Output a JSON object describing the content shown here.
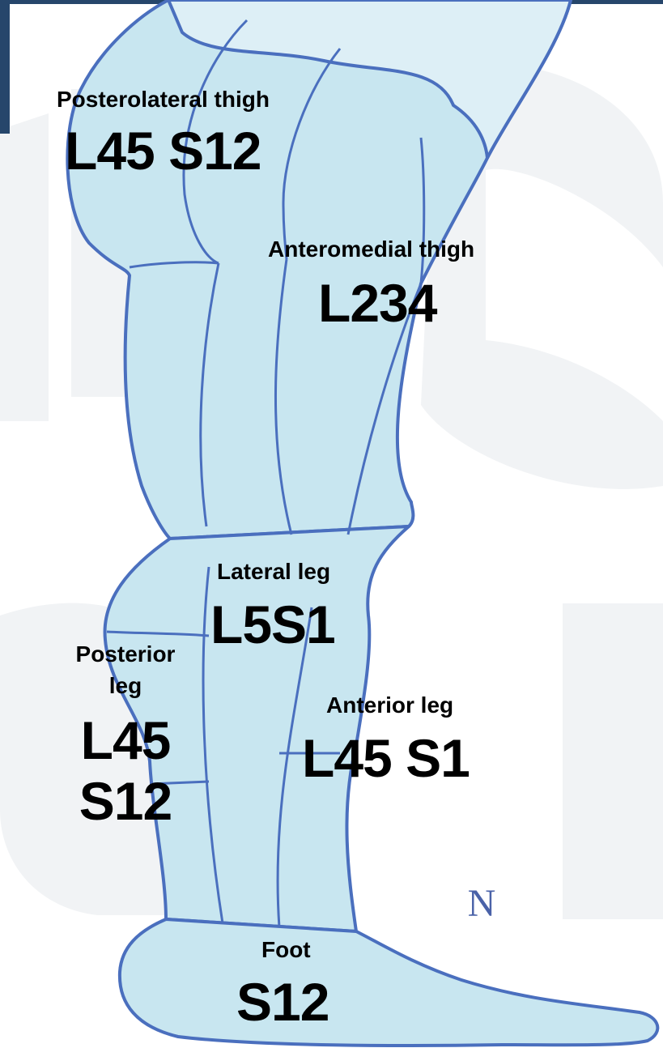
{
  "colors": {
    "skin_fill": "#c8e6f0",
    "skin_fill_light": "#ddeff6",
    "outline": "#4a6fbe",
    "header_band": "#26466b",
    "watermark": "#f1f3f5",
    "logo_mark": "#4a62a8"
  },
  "regions": [
    {
      "id": "posterolateral-thigh",
      "name": "Posterolateral thigh",
      "code": "L45 S12"
    },
    {
      "id": "anteromedial-thigh",
      "name": "Anteromedial thigh",
      "code": "L234"
    },
    {
      "id": "lateral-leg",
      "name": "Lateral leg",
      "code": "L5S1"
    },
    {
      "id": "posterior-leg",
      "name": "Posterior\nleg",
      "code": "L45\nS12"
    },
    {
      "id": "anterior-leg",
      "name": "Anterior leg",
      "code": "L45 S1"
    },
    {
      "id": "foot",
      "name": "Foot",
      "code": "S12"
    }
  ],
  "logo": {
    "text": "N"
  }
}
